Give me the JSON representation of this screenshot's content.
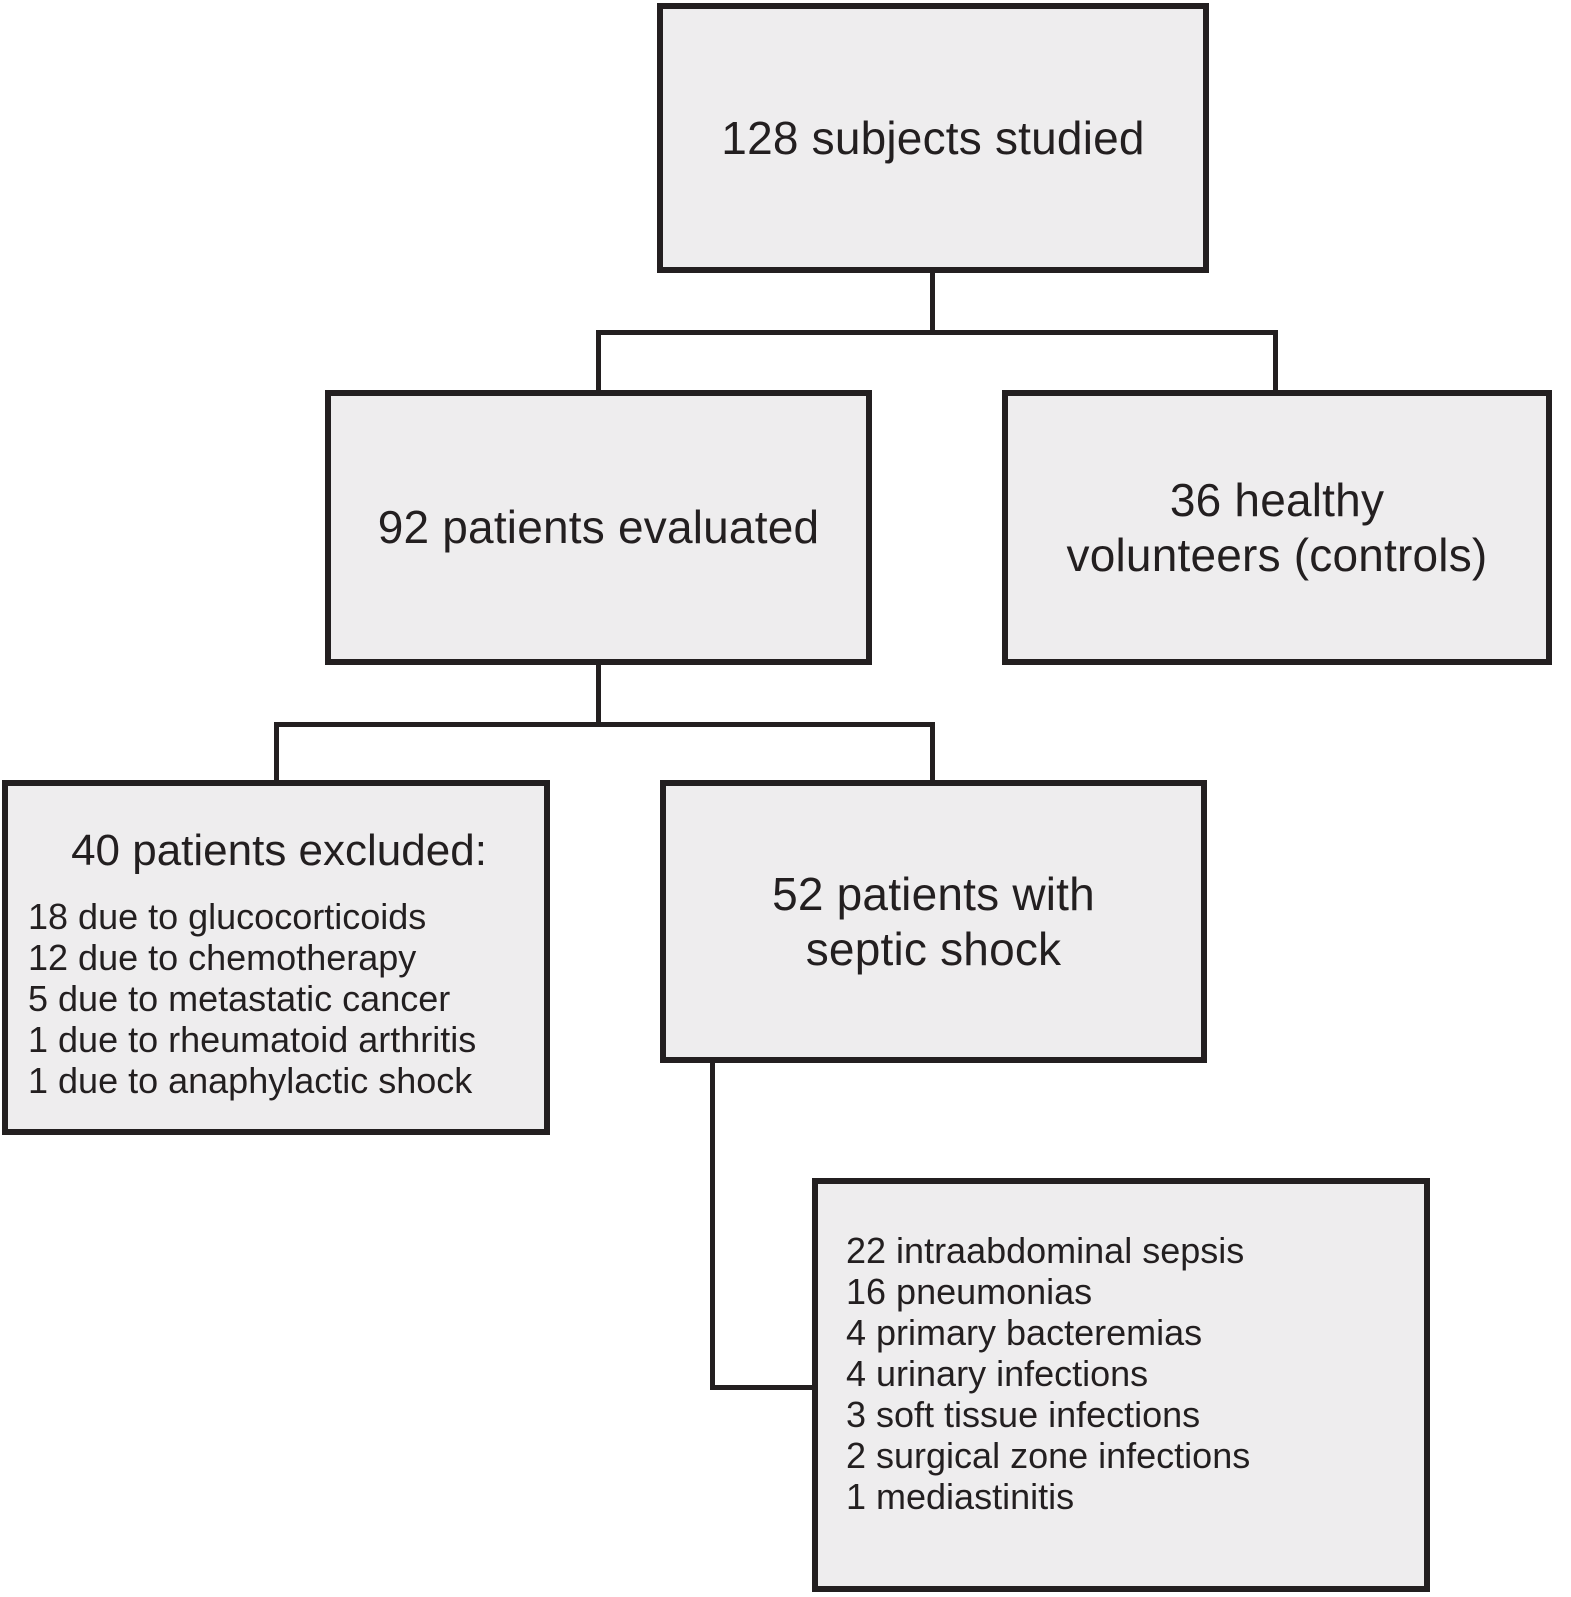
{
  "colors": {
    "background": "#ffffff",
    "box-fill": "#eeedee",
    "line": "#231f20",
    "text": "#231f20"
  },
  "boxes": {
    "subjects": {
      "label": "128 subjects studied"
    },
    "evaluated": {
      "label": "92 patients evaluated"
    },
    "controls": {
      "label": "36 healthy volunteers (controls)"
    },
    "excluded": {
      "title": "40 patients excluded:",
      "items": [
        "18 due to glucocorticoids",
        "12 due to chemotherapy",
        "5 due to metastatic cancer",
        "1 due to rheumatoid arthritis",
        "1 due to anaphylactic shock"
      ]
    },
    "septic_shock": {
      "label": "52 patients with septic shock"
    },
    "infections": {
      "items": [
        "22 intraabdominal sepsis",
        "16 pneumonias",
        "4 primary bacteremias",
        "4 urinary infections",
        "3 soft tissue infections",
        "2 surgical zone infections",
        "1 mediastinitis"
      ]
    }
  }
}
